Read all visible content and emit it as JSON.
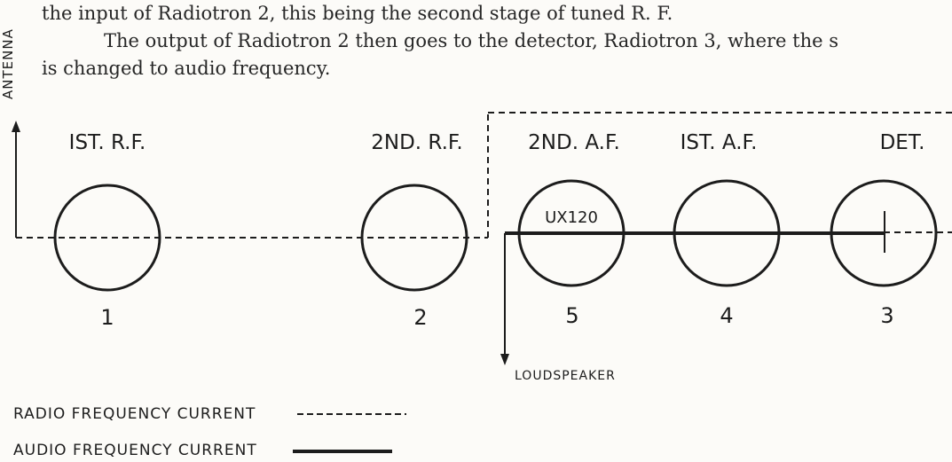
{
  "text": {
    "line1": "the input of Radiotron 2, this being the second stage of tuned R. F.",
    "line2": "The output of Radiotron 2 then goes to the detector, Radiotron 3, where the s",
    "line3": "is changed to audio frequency."
  },
  "diagram": {
    "antenna_label": "ANTENNA",
    "tubes": [
      {
        "label": "IST. R.F.",
        "number": "1",
        "inner_label": ""
      },
      {
        "label": "2ND. R.F.",
        "number": "2",
        "inner_label": ""
      },
      {
        "label": "2ND. A.F.",
        "number": "5",
        "inner_label": "UX120"
      },
      {
        "label": "IST. A.F.",
        "number": "4",
        "inner_label": ""
      },
      {
        "label": "DET.",
        "number": "3",
        "inner_label": ""
      }
    ],
    "loudspeaker_label": "LOUDSPEAKER",
    "legend": {
      "radio_label": "RADIO FREQUENCY CURRENT",
      "audio_label": "AUDIO FREQUENCY CURRENT"
    }
  },
  "colors": {
    "ink": "#1c1c1c",
    "paper": "#fcfbf8"
  }
}
